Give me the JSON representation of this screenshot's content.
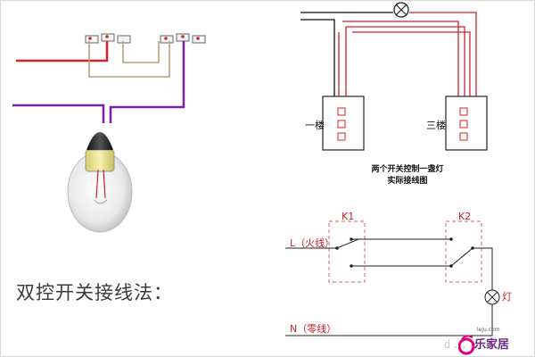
{
  "heading": "双控开关接线法：",
  "wiring_diagram": {
    "label_floor1": "一楼",
    "label_floor3": "三楼",
    "caption_line1": "两个开关控制一盏灯",
    "caption_line2": "实际接线图"
  },
  "schematic": {
    "k1_label": "K1",
    "k2_label": "K2",
    "live_label": "L（火线）",
    "neutral_label": "N（零线）",
    "lamp_label": "灯"
  },
  "watermark": "d.. ...",
  "logo": {
    "text": "乐家居",
    "site": "leju.com"
  },
  "colors": {
    "red": "#d4202a",
    "purple": "#7a1fa3",
    "olive": "#b2a37a",
    "red_dash": "#d86060"
  }
}
